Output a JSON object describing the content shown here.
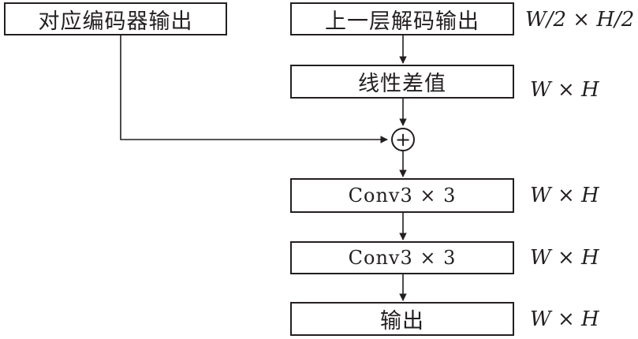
{
  "boxes": {
    "encoder_output": "对应编码器输出",
    "upper_decoder_output": "上一层解码输出",
    "bilinear_interp": "线性差值",
    "conv1": "Conv3 × 3",
    "conv2": "Conv3 × 3",
    "output": "输出"
  },
  "dims": {
    "upper_decoder_output": "W/2 × H/2",
    "bilinear_interp": "W × H",
    "conv1": "W × H",
    "conv2": "W × H",
    "output": "W × H"
  },
  "fusion_symbol": "+"
}
